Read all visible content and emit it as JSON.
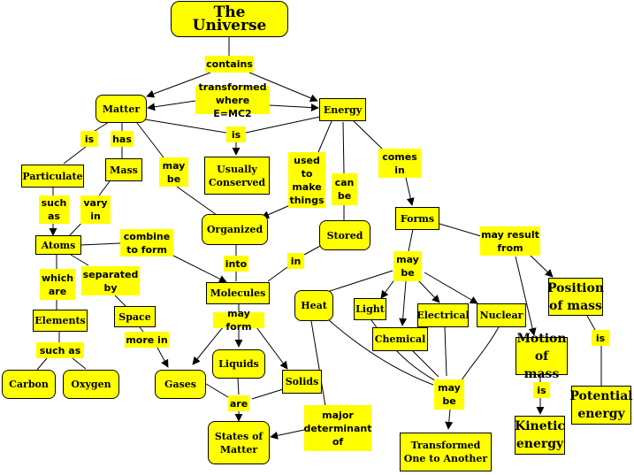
{
  "title": "The Universe",
  "nodes": {
    "matter": "Matter",
    "energy": "Energy",
    "particulate": "Particulate",
    "mass": "Mass",
    "usually_conserved": "Usually Conserved",
    "organized": "Organized",
    "stored": "Stored",
    "forms": "Forms",
    "atoms": "Atoms",
    "molecules": "Molecules",
    "elements": "Elements",
    "space": "Space",
    "carbon": "Carbon",
    "oxygen": "Oxygen",
    "gases": "Gases",
    "liquids": "Liquids",
    "solids": "Solids",
    "states_of_matter": "States of Matter",
    "heat": "Heat",
    "light": "Light",
    "electrical": "Electrical",
    "nuclear": "Nuclear",
    "chemical": "Chemical",
    "transformed_one_to_another": "Transformed One to Another",
    "position_of_mass": "Position of mass",
    "motion_of_mass": "Motion of mass",
    "potential_energy": "Potential energy",
    "kinetic_energy": "Kinetic energy"
  },
  "links": {
    "contains": "contains",
    "transformed_where": "transformed where E=MC2",
    "is_conserved": "is",
    "is_particulate": "is",
    "has": "has",
    "may_be": "may be",
    "used_to_make_things": "used to make things",
    "can_be": "can be",
    "comes_in": "comes in",
    "such_as_atoms": "such as",
    "vary_in": "vary in",
    "combine_to_form": "combine to form",
    "into": "into",
    "in": "in",
    "may_result_from": "may result from",
    "which_are": "which are",
    "separated_by": "separated by",
    "may_be_forms": "may be",
    "such_as_elements": "such as",
    "more_in": "more in",
    "may_form": "may form",
    "are": "are",
    "major_determinant_of": "major determinant of",
    "may_be_transformed": "may be",
    "is_potential": "is",
    "is_kinetic": "is"
  }
}
